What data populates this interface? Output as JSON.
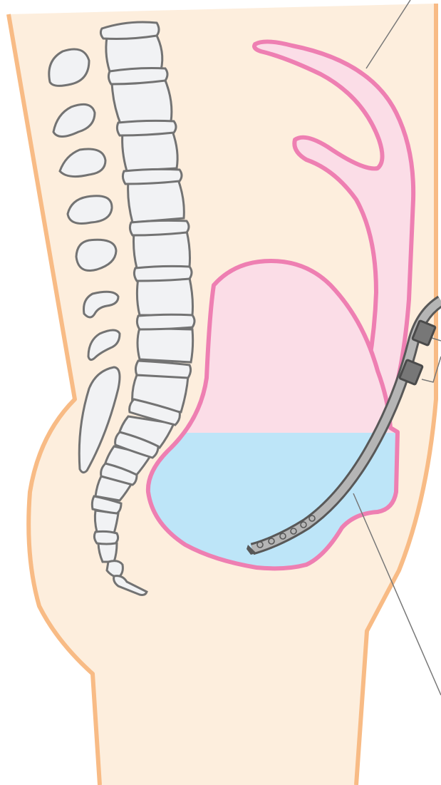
{
  "diagram": {
    "view": "sagittal",
    "labels_visible": false,
    "colors": {
      "skin_fill": "#fdeedd",
      "skin_outline": "#f8bb85",
      "bone_fill": "#f1f2f4",
      "bone_outline": "#737373",
      "organ_fill": "#fbdde7",
      "organ_outline": "#ee7fb2",
      "fluid_fill": "#bde5f8",
      "catheter_fill": "#b5b5b5",
      "catheter_outline": "#585858",
      "cuff_fill": "#777777",
      "leader_line": "#787878"
    },
    "parts": [
      {
        "name": "body-silhouette"
      },
      {
        "name": "spine",
        "vertebra_count": 13
      },
      {
        "name": "vertebral-processes",
        "count": 8
      },
      {
        "name": "sacrum-coccyx"
      },
      {
        "name": "uterus-outline"
      },
      {
        "name": "peritoneal-cavity"
      },
      {
        "name": "dialysate-fluid"
      },
      {
        "name": "peritoneal-catheter",
        "cuffs": 2,
        "side_holes": 6
      }
    ],
    "leader_lines": 3
  }
}
